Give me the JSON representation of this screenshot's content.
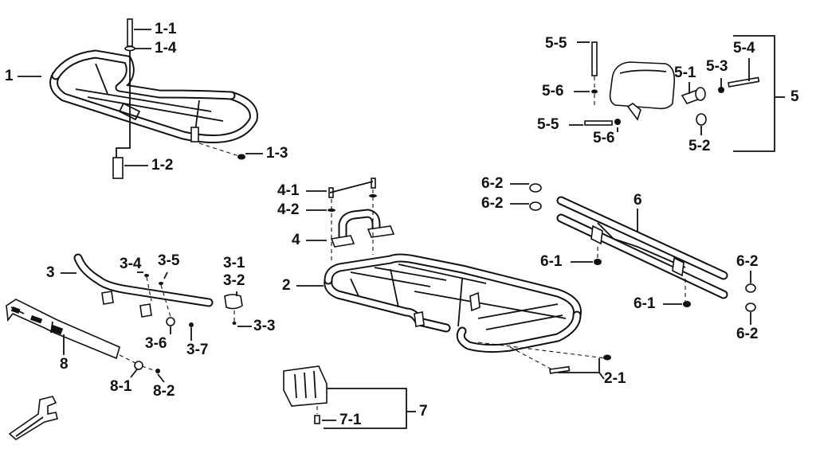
{
  "labels": {
    "l_1": "1",
    "l_1_1": "1-1",
    "l_1_4": "1-4",
    "l_1_2": "1-2",
    "l_1_3": "1-3",
    "l_2": "2",
    "l_2_1": "2-1",
    "l_3": "3",
    "l_3_1": "3-1",
    "l_3_2": "3-2",
    "l_3_3": "3-3",
    "l_3_4": "3-4",
    "l_3_5": "3-5",
    "l_3_6": "3-6",
    "l_3_7": "3-7",
    "l_4": "4",
    "l_4_1": "4-1",
    "l_4_2": "4-2",
    "l_5": "5",
    "l_5_1": "5-1",
    "l_5_2": "5-2",
    "l_5_3": "5-3",
    "l_5_4": "5-4",
    "l_5_5a": "5-5",
    "l_5_5b": "5-5",
    "l_5_6a": "5-6",
    "l_5_6b": "5-6",
    "l_6": "6",
    "l_6_1a": "6-1",
    "l_6_1b": "6-1",
    "l_6_2a": "6-2",
    "l_6_2b": "6-2",
    "l_6_2c": "6-2",
    "l_6_2d": "6-2",
    "l_7": "7",
    "l_7_1": "7-1",
    "l_8": "8",
    "l_8_1": "8-1",
    "l_8_2": "8-2"
  },
  "colors": {
    "ink": "#111111",
    "paper": "#ffffff"
  },
  "icons": {
    "front_direction": "front-arrow-icon"
  }
}
